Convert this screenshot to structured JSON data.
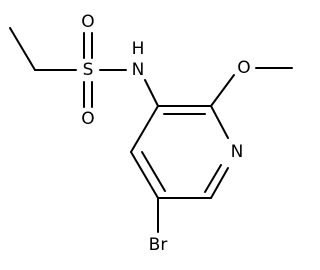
{
  "molecule": {
    "atoms": {
      "sulfur": "S",
      "nitrogen_amide": "N",
      "hydrogen": "H",
      "oxygen_top": "O",
      "oxygen_bottom": "O",
      "oxygen_methoxy": "O",
      "nitrogen_ring": "N",
      "bromine": "Br"
    },
    "colors": {
      "bond": "#000000",
      "text": "#000000",
      "background": "#ffffff"
    }
  }
}
